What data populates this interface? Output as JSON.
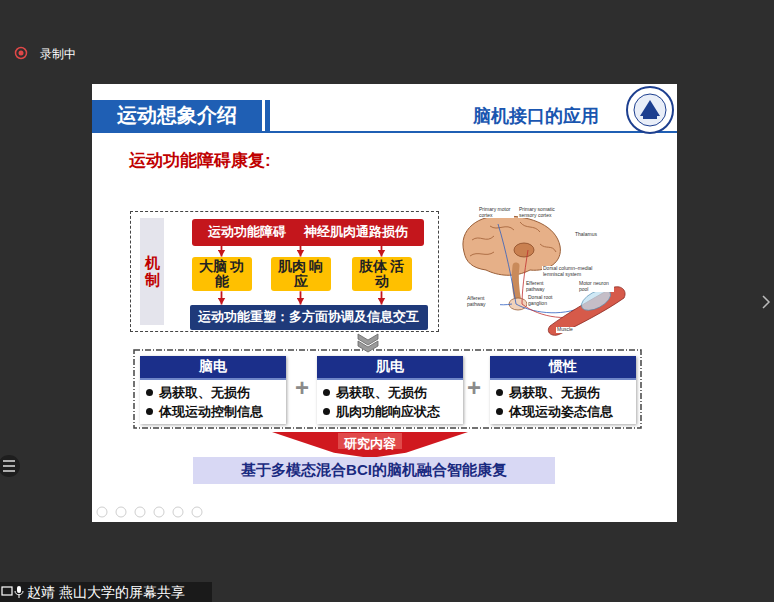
{
  "diagram": {
    "title": "运动想象介绍",
    "nodes": [
      {
        "text": [
          "机制"
        ]
      },
      {
        "text": [
          "运动功能障碍",
          "神经肌肉通路损伤"
        ],
        "in": 0
      },
      {
        "text": [
          "大脑 功能"
        ],
        "in": 0
      },
      {
        "text": [
          "肌肉 响应"
        ],
        "in": 0
      },
      {
        "text": [
          "肢体 活动"
        ],
        "in": 0
      },
      {
        "text": [
          "运动功能重塑：多方面协调及信息交互"
        ],
        "in": 0
      },
      {
        "text": [
          "脑电",
          "易获取、无损伤",
          "体现运动控制信息"
        ]
      },
      {
        "text": [
          "肌电",
          "易获取、无损伤",
          "肌肉功能响应状态"
        ]
      },
      {
        "text": [
          "惯性",
          "易获取、无损伤",
          "体现运动姿态信息"
        ]
      },
      {
        "text": [
          "研究内容"
        ]
      },
      {
        "text": [
          "基于多模态混合BCI的脑机融合智能康复"
        ]
      }
    ],
    "edges": [
      {
        "from": 1,
        "to": 2,
        "arrow": "to"
      },
      {
        "from": 1,
        "to": 3,
        "arrow": "to"
      },
      {
        "from": 1,
        "to": 4,
        "arrow": "to"
      },
      {
        "from": 2,
        "to": 5,
        "arrow": "to"
      },
      {
        "from": 3,
        "to": 5,
        "arrow": "to"
      },
      {
        "from": 4,
        "to": 5,
        "arrow": "to"
      }
    ],
    "labels": [
      "录制中",
      "脑机接口的应用",
      "运动功能障碍康复:",
      "+",
      "+",
      "Primary motor cortex",
      "Primary somatic sensory cortex",
      "Thalamus",
      "Dorsal column–medial lemniscal system",
      "Efferent pathway",
      "Motor neuron pool",
      "Afferent pathway",
      "Dorsal root ganglion",
      "Muscle",
      "赵靖 燕山大学的屏幕共享"
    ]
  }
}
